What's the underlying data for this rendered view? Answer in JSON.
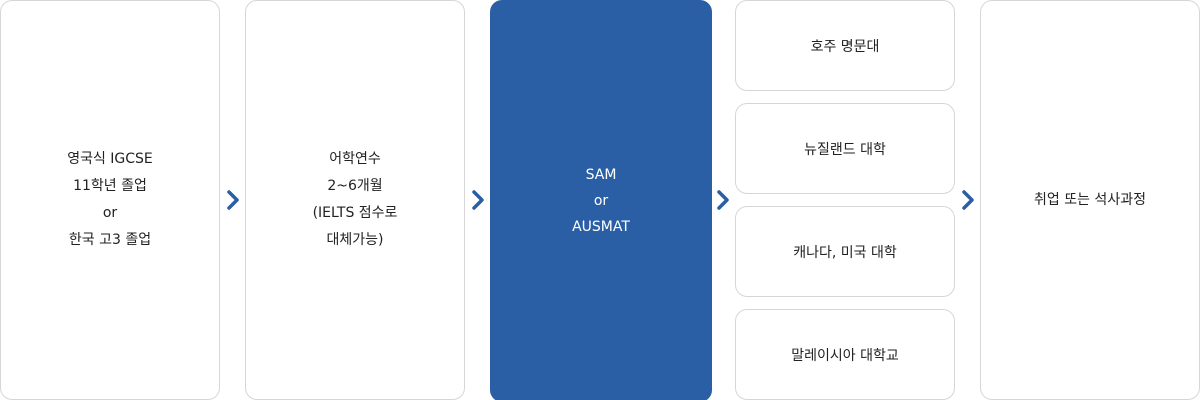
{
  "steps": [
    {
      "lines": [
        "영국식 IGCSE",
        "11학년 졸업",
        "or",
        "한국 고3 졸업"
      ]
    },
    {
      "lines": [
        "어학연수",
        "2~6개월",
        "(IELTS 점수로",
        "대체가능)"
      ]
    },
    {
      "lines": [
        "SAM",
        "or",
        "AUSMAT"
      ]
    },
    {
      "lines": [
        "취업 또는 석사과정"
      ]
    }
  ],
  "destinations": [
    "호주 명문대",
    "뉴질랜드 대학",
    "캐나다, 미국 대학",
    "말레이시아 대학교"
  ],
  "colors": {
    "highlight": "#2a5fa5",
    "arrow": "#2a5fa5",
    "border": "#d6d6d6",
    "text": "#222222"
  },
  "icons": {
    "arrow": "chevron-right-icon"
  }
}
